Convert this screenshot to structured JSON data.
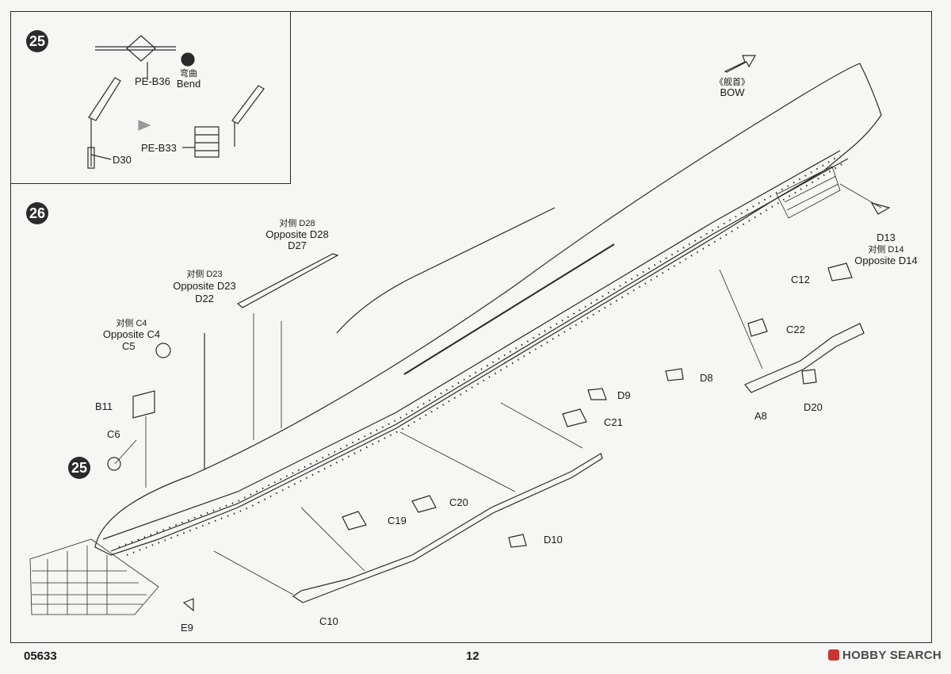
{
  "steps": {
    "step25": "25",
    "step26": "26",
    "step25_ref": "25"
  },
  "step25": {
    "pe_b36": "PE-B36",
    "bend_cn": "弯曲",
    "bend_en": "Bend",
    "pe_b33": "PE-B33",
    "d30": "D30"
  },
  "step26": {
    "bow_cn": "《舰首》",
    "bow_en": "BOW",
    "d27": "D27",
    "d28_cn": "对侧 D28",
    "d28_en": "Opposite D28",
    "d22": "D22",
    "d23_cn": "对侧 D23",
    "d23_en": "Opposite D23",
    "c5": "C5",
    "c4_cn": "对侧 C4",
    "c4_en": "Opposite C4",
    "b11": "B11",
    "c6": "C6",
    "e9": "E9",
    "c10": "C10",
    "c19": "C19",
    "c20": "C20",
    "d10": "D10",
    "c21": "C21",
    "d9": "D9",
    "d8": "D8",
    "c22": "C22",
    "c12": "C12",
    "a8": "A8",
    "d20": "D20",
    "d13": "D13",
    "d14_cn": "对侧 D14",
    "d14_en": "Opposite D14"
  },
  "footer": {
    "code": "05633",
    "page": "12",
    "watermark": "HOBBY SEARCH"
  },
  "colors": {
    "ink": "#1a1a1a",
    "paper": "#f6f6f4",
    "watermark_red": "#cc3333"
  }
}
